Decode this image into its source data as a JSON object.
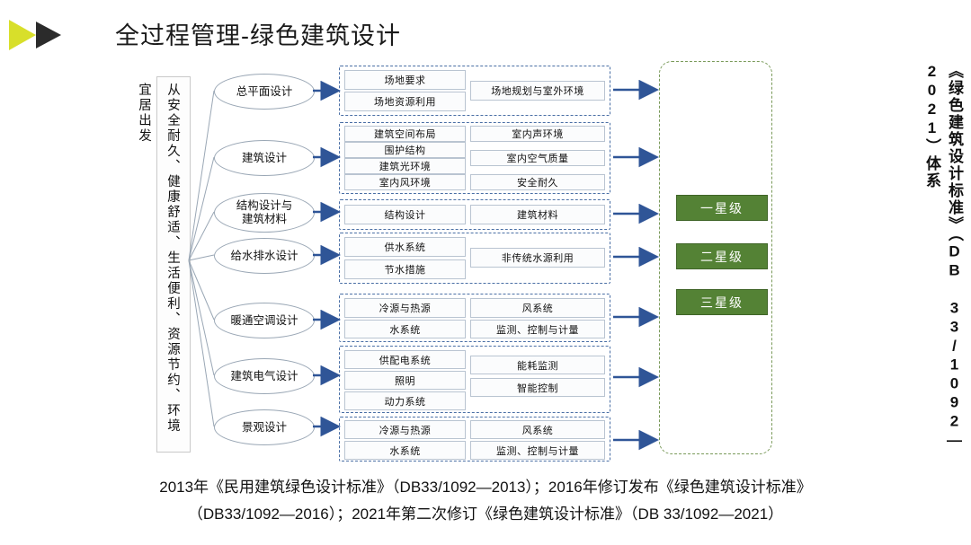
{
  "header": {
    "title": "全过程管理-绿色建筑设计"
  },
  "left_vertical_label": "从安全耐久、健康舒适、生活便利、资源节约、环境宜居出发",
  "right_vertical_label": "《绿色建筑设计标准》（DB 33/1092—2021）体系",
  "categories": [
    {
      "label": "总平面设计"
    },
    {
      "label": "建筑设计"
    },
    {
      "label": "结构设计与\n建筑材料"
    },
    {
      "label": "给水排水设计"
    },
    {
      "label": "暖通空调设计"
    },
    {
      "label": "建筑电气设计"
    },
    {
      "label": "景观设计"
    }
  ],
  "groups": [
    {
      "name": "site-plan-group",
      "items_left": [
        "场地要求",
        "场地资源利用"
      ],
      "items_right": [
        "场地规划与室外环境"
      ]
    },
    {
      "name": "architecture-group",
      "items_left": [
        "建筑空间布局",
        "围护结构",
        "建筑光环境",
        "室内风环境"
      ],
      "items_right": [
        "室内声环境",
        "室内空气质量",
        "安全耐久"
      ]
    },
    {
      "name": "structure-group",
      "items_left": [
        "结构设计"
      ],
      "items_right": [
        "建筑材料"
      ]
    },
    {
      "name": "water-group",
      "items_left": [
        "供水系统",
        "节水措施"
      ],
      "items_right": [
        "非传统水源利用"
      ]
    },
    {
      "name": "hvac-group",
      "items_left": [
        "冷源与热源",
        "水系统"
      ],
      "items_right": [
        "风系统",
        "监测、控制与计量"
      ]
    },
    {
      "name": "electrical-group",
      "items_left": [
        "供配电系统",
        "照明",
        "动力系统"
      ],
      "items_right": [
        "能耗监测",
        "智能控制"
      ]
    },
    {
      "name": "landscape-group",
      "items_left": [
        "冷源与热源",
        "水系统"
      ],
      "items_right": [
        "风系统",
        "监测、控制与计量"
      ]
    }
  ],
  "star_levels": [
    {
      "label": "一星级"
    },
    {
      "label": "二星级"
    },
    {
      "label": "三星级"
    }
  ],
  "footer": {
    "line1": "2013年《民用建筑绿色设计标准》（DB33/1092—2013）；2016年修订发布《绿色建筑设计标准》",
    "line2": "（DB33/1092—2016）；2021年第二次修订《绿色建筑设计标准》（DB 33/1092—2021）"
  },
  "colors": {
    "accent_green": "#548235",
    "arrow_blue": "#2f5597",
    "marker_yellow": "#d8df2a"
  }
}
